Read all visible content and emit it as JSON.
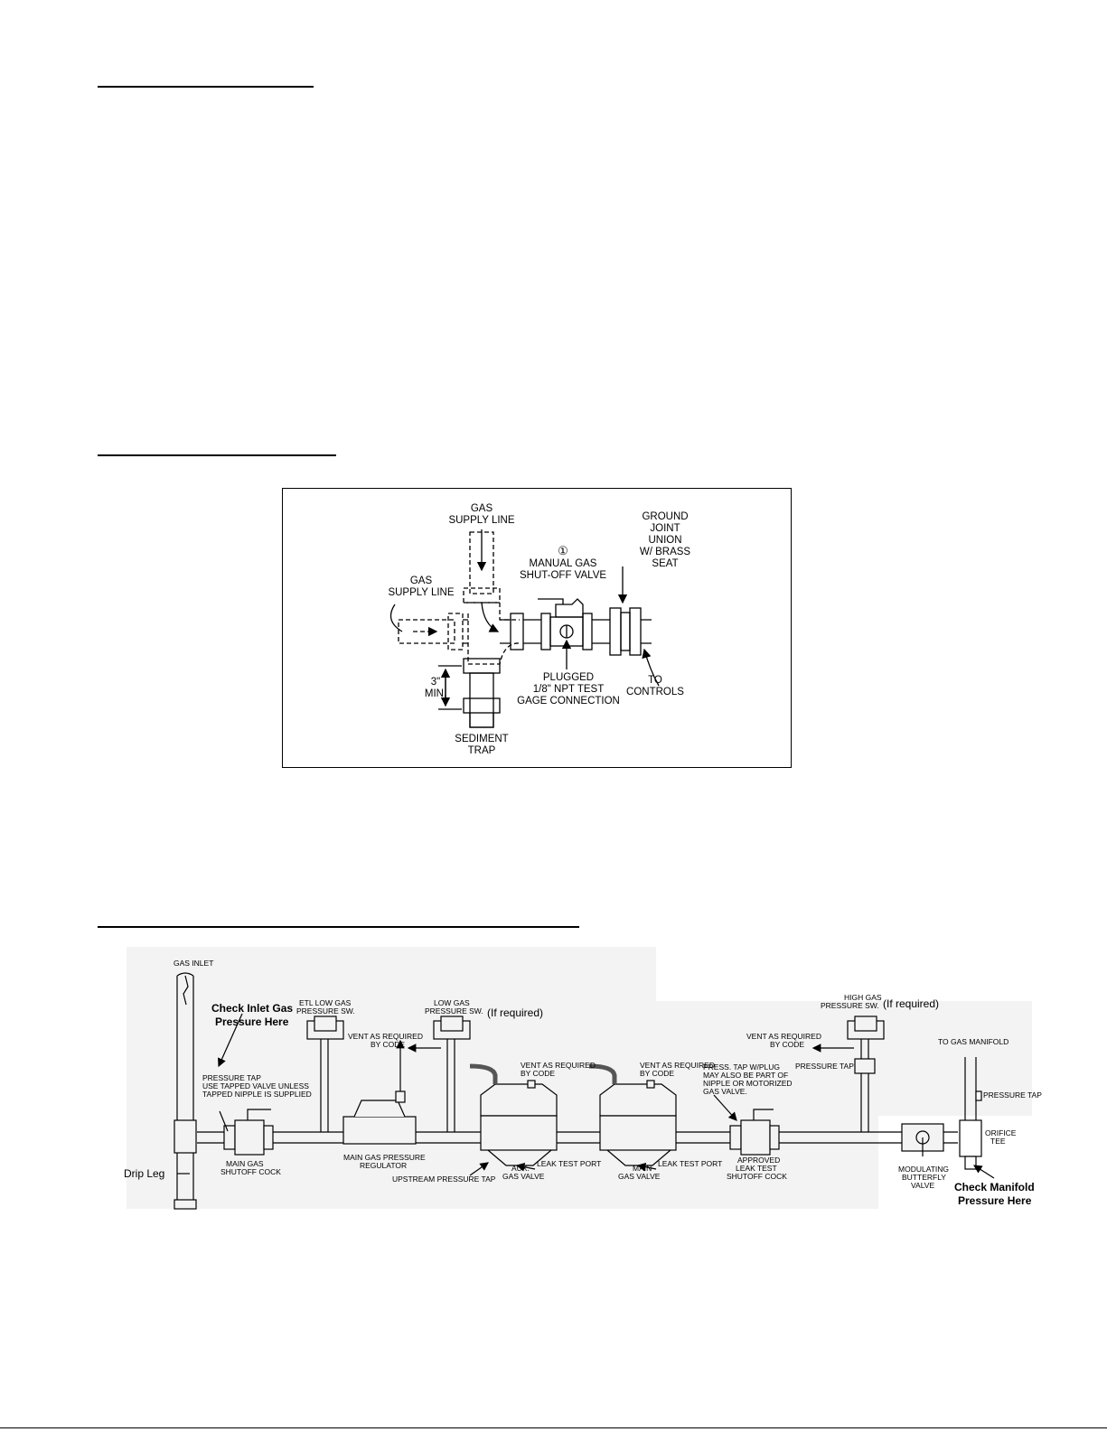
{
  "figure1": {
    "labels": {
      "gas_supply_top_1": "GAS",
      "gas_supply_top_2": "SUPPLY LINE",
      "gas_supply_left_1": "GAS",
      "gas_supply_left_2": "SUPPLY LINE",
      "callout_number": "①",
      "manual_valve_1": "MANUAL GAS",
      "manual_valve_2": "SHUT-OFF VALVE",
      "union_1": "GROUND",
      "union_2": "JOINT",
      "union_3": "UNION",
      "union_4": "W/ BRASS",
      "union_5": "SEAT",
      "to_controls_1": "TO",
      "to_controls_2": "CONTROLS",
      "plugged_1": "PLUGGED",
      "plugged_2": "1/8\" NPT TEST",
      "plugged_3": "GAGE CONNECTION",
      "min_1": "3\"",
      "min_2": "MIN.",
      "sediment_1": "SEDIMENT",
      "sediment_2": "TRAP"
    }
  },
  "figure2": {
    "labels": {
      "gas_inlet": "GAS INLET",
      "check_inlet_1": "Check Inlet Gas",
      "check_inlet_2": "Pressure Here",
      "pressure_tap_1": "PRESSURE TAP",
      "pressure_tap_2": "USE TAPPED VALVE UNLESS",
      "pressure_tap_3": "TAPPED NIPPLE IS SUPPLIED",
      "drip_leg": "Drip Leg",
      "main_shutoff_1": "MAIN GAS",
      "main_shutoff_2": "SHUTOFF COCK",
      "etl_low_1": "ETL LOW GAS",
      "etl_low_2": "PRESSURE SW.",
      "vent_1a": "VENT AS REQUIRED",
      "vent_1b": "BY CODE",
      "regulator_1": "MAIN GAS PRESSURE",
      "regulator_2": "REGULATOR",
      "low_gas_1": "LOW GAS",
      "low_gas_2": "PRESSURE SW.",
      "if_required_1": "(If required)",
      "vent_2a": "VENT AS REQUIRED",
      "vent_2b": "BY CODE",
      "vent_3a": "VENT AS REQUIRED",
      "vent_3b": "BY CODE",
      "upstream_tap": "UPSTREAM PRESSURE TAP",
      "aux_valve_1": "AUX.",
      "aux_valve_2": "GAS VALVE",
      "leak_port_1": "LEAK TEST PORT",
      "main_valve_1": "MAIN",
      "main_valve_2": "GAS VALVE",
      "leak_port_2": "LEAK TEST PORT",
      "press_plug_1": "PRESS. TAP W/PLUG",
      "press_plug_2": "MAY ALSO BE PART OF",
      "press_plug_3": "NIPPLE OR MOTORIZED",
      "press_plug_4": "GAS VALVE.",
      "approved_1": "APPROVED",
      "approved_2": "LEAK TEST",
      "approved_3": "SHUTOFF COCK",
      "vent_4a": "VENT AS REQUIRED",
      "vent_4b": "BY CODE",
      "high_gas_1": "HIGH GAS",
      "high_gas_2": "PRESSURE SW.",
      "if_required_2": "(If required)",
      "pressure_tap_b": "PRESSURE TAP",
      "to_manifold": "TO GAS MANIFOLD",
      "pressure_tap_c": "PRESSURE TAP",
      "orifice_1": "ORIFICE",
      "orifice_2": "TEE",
      "butterfly_1": "MODULATING",
      "butterfly_2": "BUTTERFLY",
      "butterfly_3": "VALVE",
      "check_manifold_1": "Check Manifold",
      "check_manifold_2": "Pressure Here"
    }
  }
}
